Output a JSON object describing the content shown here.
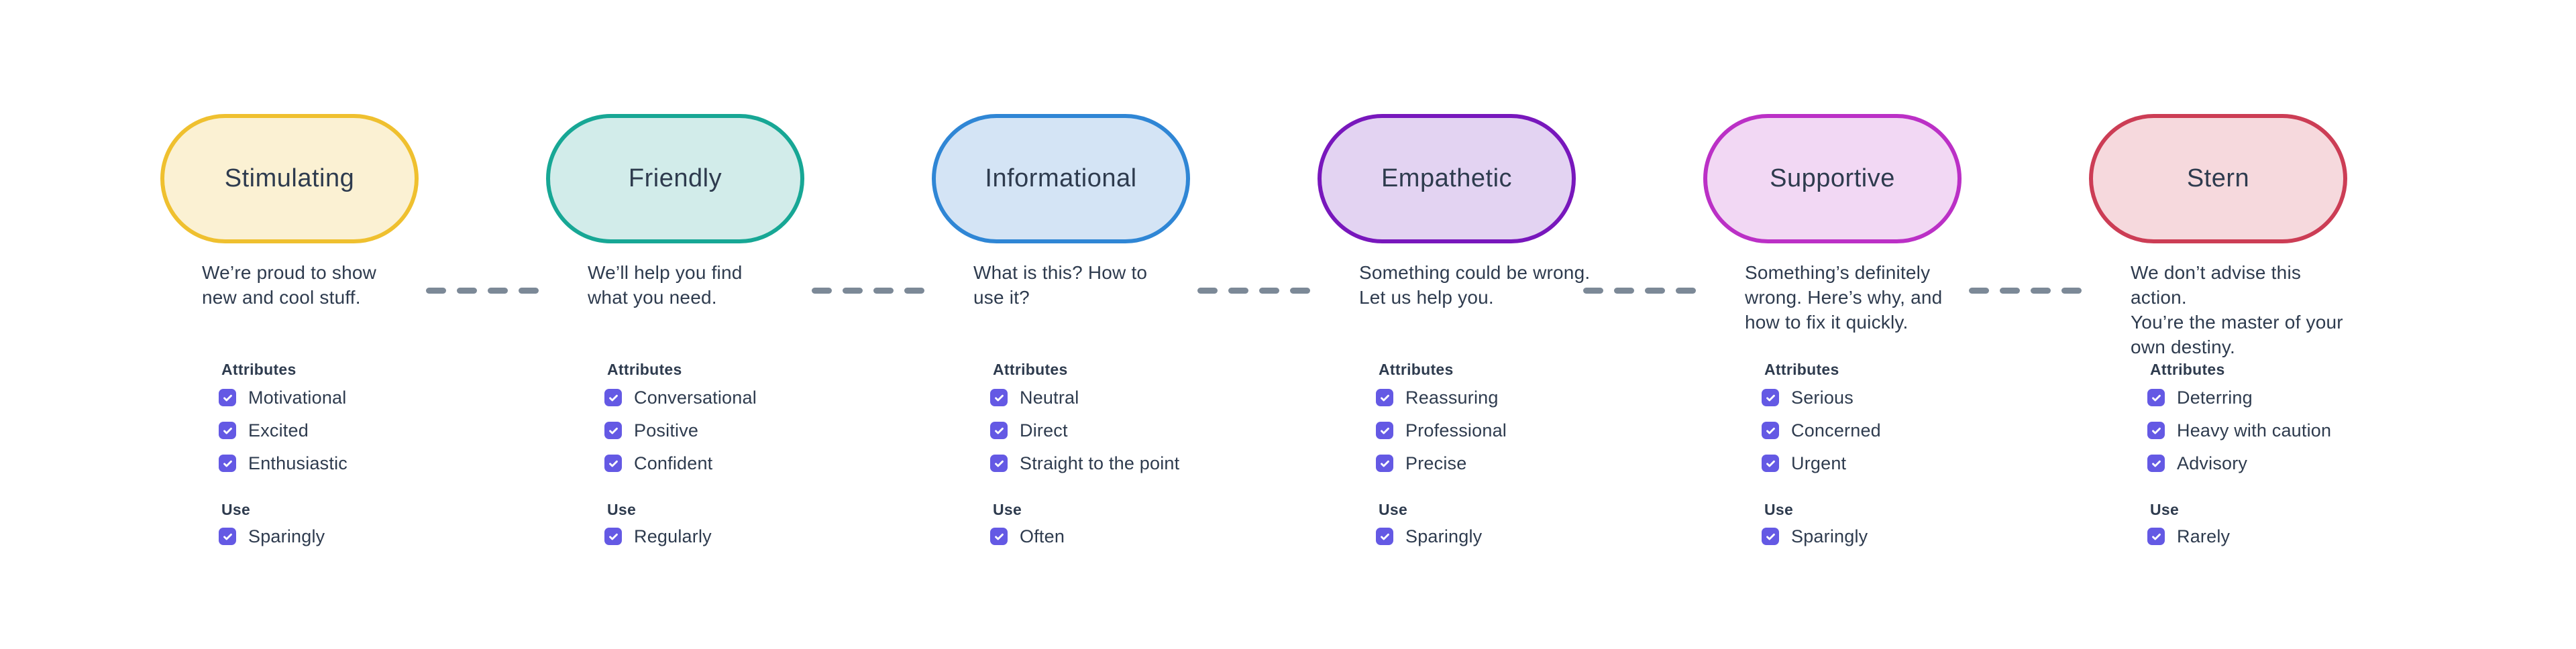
{
  "palette": {
    "background": "#ffffff",
    "text": "#2e3b4e",
    "checkbox": "#6459e4",
    "connector": "#7c8997"
  },
  "headings": {
    "attributes": "Attributes",
    "use": "Use"
  },
  "tones": [
    {
      "name": "Stimulating",
      "border_color": "#efc02f",
      "fill_color": "#fbf1d3",
      "description": "We’re proud to show\nnew and cool stuff.",
      "attributes": [
        "Motivational",
        "Excited",
        "Enthusiastic"
      ],
      "use": [
        "Sparingly"
      ]
    },
    {
      "name": "Friendly",
      "border_color": "#17a795",
      "fill_color": "#d2ecea",
      "description": "We’ll help you find\nwhat you need.",
      "attributes": [
        "Conversational",
        "Positive",
        "Confident"
      ],
      "use": [
        "Regularly"
      ]
    },
    {
      "name": "Informational",
      "border_color": "#2f86d5",
      "fill_color": "#d4e4f5",
      "description": "What is this? How to\nuse it?",
      "attributes": [
        "Neutral",
        "Direct",
        "Straight to the point"
      ],
      "use": [
        "Often"
      ]
    },
    {
      "name": "Empathetic",
      "border_color": "#7817bc",
      "fill_color": "#e3d3f2",
      "description": "Something could be wrong.\nLet us help you.",
      "attributes": [
        "Reassuring",
        "Professional",
        "Precise"
      ],
      "use": [
        "Sparingly"
      ]
    },
    {
      "name": "Supportive",
      "border_color": "#bb30c6",
      "fill_color": "#f2d8f4",
      "description": "Something’s definitely\nwrong. Here’s why, and\nhow to fix it quickly.",
      "attributes": [
        "Serious",
        "Concerned",
        "Urgent"
      ],
      "use": [
        "Sparingly"
      ]
    },
    {
      "name": "Stern",
      "border_color": "#cc3d55",
      "fill_color": "#f6d9dd",
      "description": "We don’t advise this action.\nYou’re the master of your\nown destiny.",
      "attributes": [
        "Deterring",
        "Heavy with caution",
        "Advisory"
      ],
      "use": [
        "Rarely"
      ]
    }
  ]
}
